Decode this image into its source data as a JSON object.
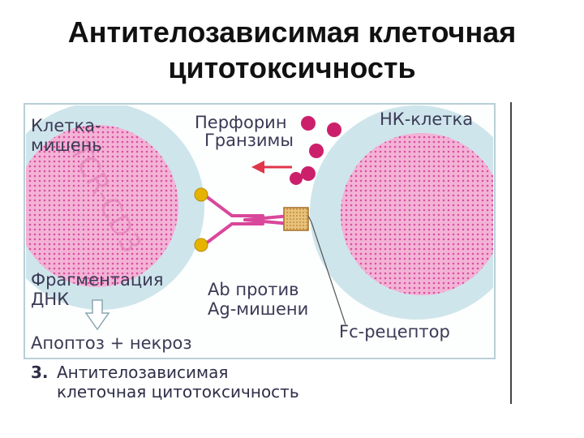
{
  "title": {
    "line1": "Антителозависимая клеточная",
    "line2": "цитотоксичность"
  },
  "diagram": {
    "target_cell_label_1": "Клетка-",
    "target_cell_label_2": "мишень",
    "nk_cell_label": "НК-клетка",
    "perforin_label": "Перфорин",
    "granzymes_label": "Гранзимы",
    "antibody_label_1": "Ab против",
    "antibody_label_2": "Ag-мишени",
    "fc_receptor_label": "Fc-рецептор",
    "dna_fragmentation_label_1": "Фрагментация",
    "dna_fragmentation_label_2": "ДНК",
    "outcome_label": "Апоптоз + некроз",
    "caption_number": "3.",
    "caption_line1": "Антителозависимая",
    "caption_line2": "клеточная цитотоксичность"
  },
  "colors": {
    "cell_body": "#f3b3d6",
    "cell_dots": "#d94fa0",
    "membrane": "#cfe5ec",
    "granule": "#cc1f6b",
    "antibody": "#d9479b",
    "antigen": "#e6b400",
    "arrow": "#e0354a",
    "fc_receptor": "#e8c27a"
  },
  "icons": {
    "down_arrow": "hollow-down-arrow-icon",
    "left_arrow": "red-left-arrow-icon"
  }
}
